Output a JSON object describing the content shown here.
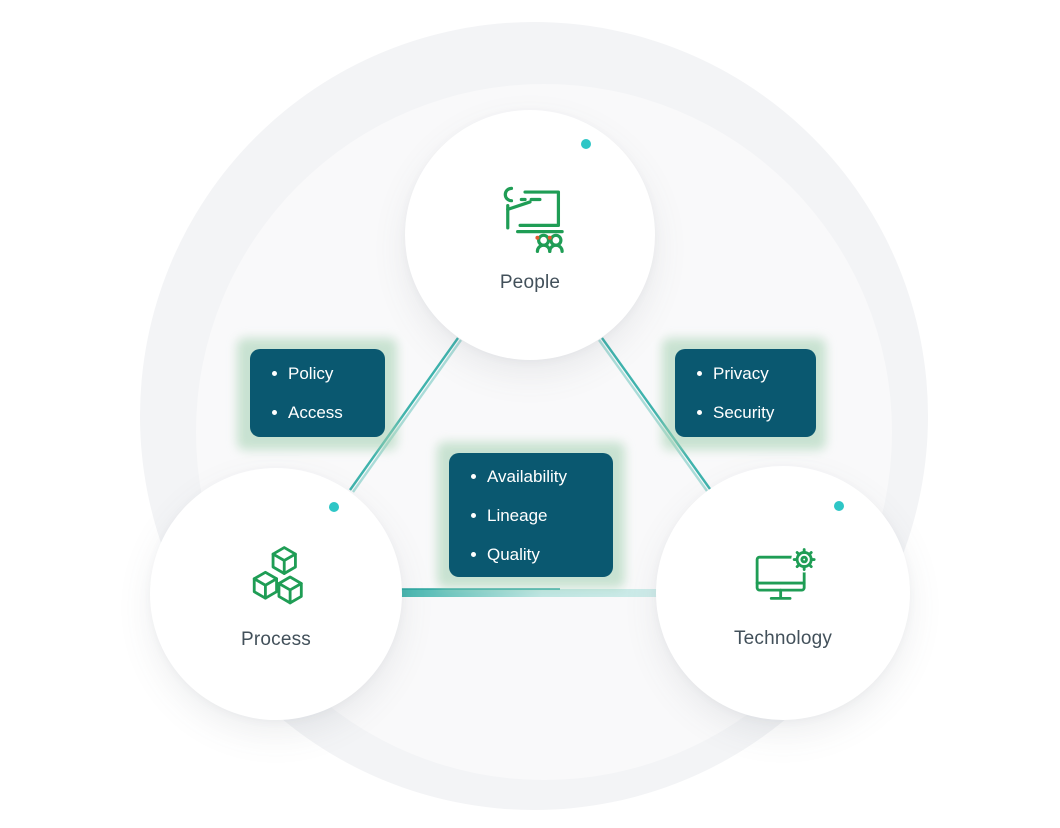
{
  "nodes": {
    "people": {
      "label": "People",
      "icon": "presenter-whiteboard-icon"
    },
    "process": {
      "label": "Process",
      "icon": "stacked-cubes-icon"
    },
    "technology": {
      "label": "Technology",
      "icon": "monitor-gear-icon"
    }
  },
  "callouts": {
    "left": {
      "items": [
        "Policy",
        "Access"
      ]
    },
    "right": {
      "items": [
        "Privacy",
        "Security"
      ]
    },
    "center": {
      "items": [
        "Availability",
        "Lineage",
        "Quality"
      ]
    }
  },
  "colors": {
    "callout_background": "#0a5870",
    "callout_glow": "#a0d0af",
    "icon_green": "#1f9d55",
    "icon_accent_orange": "#e2582e",
    "connector_teal": "#3fb3ad",
    "connector_light": "#aadcd8",
    "node_dot": "#2ec6c6",
    "node_label_text": "#42505a",
    "background_circle": "#f3f4f6"
  }
}
